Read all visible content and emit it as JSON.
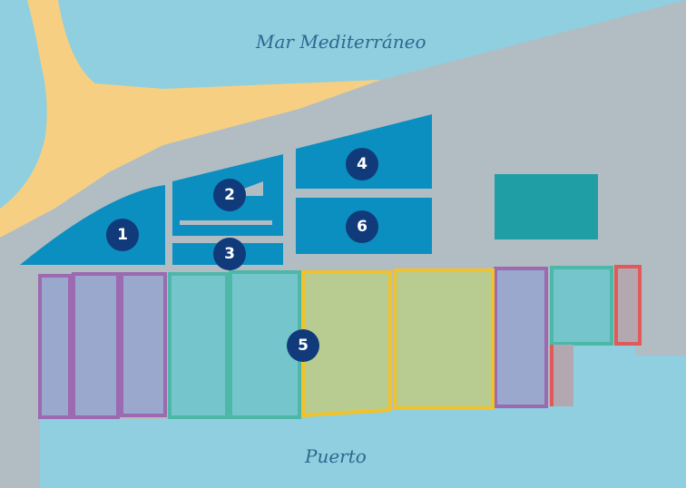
{
  "map": {
    "sea_label": "Mar Mediterráneo",
    "port_label": "Puerto",
    "markers": [
      {
        "id": "marker-1",
        "label": "1"
      },
      {
        "id": "marker-2",
        "label": "2"
      },
      {
        "id": "marker-3",
        "label": "3"
      },
      {
        "id": "marker-4",
        "label": "4"
      },
      {
        "id": "marker-5",
        "label": "5"
      },
      {
        "id": "marker-6",
        "label": "6"
      }
    ]
  },
  "colors": {
    "water": "#8fcfe0",
    "sand": "#f7cf82",
    "land": "#b2bcc3",
    "building": "#0a8fc0",
    "teal_block": "#1f9ea6",
    "marker": "#103a7a",
    "purple": "#9b6ab0",
    "green": "#4db8a8",
    "yellow": "#f1c22a",
    "red": "#e05a5a"
  }
}
